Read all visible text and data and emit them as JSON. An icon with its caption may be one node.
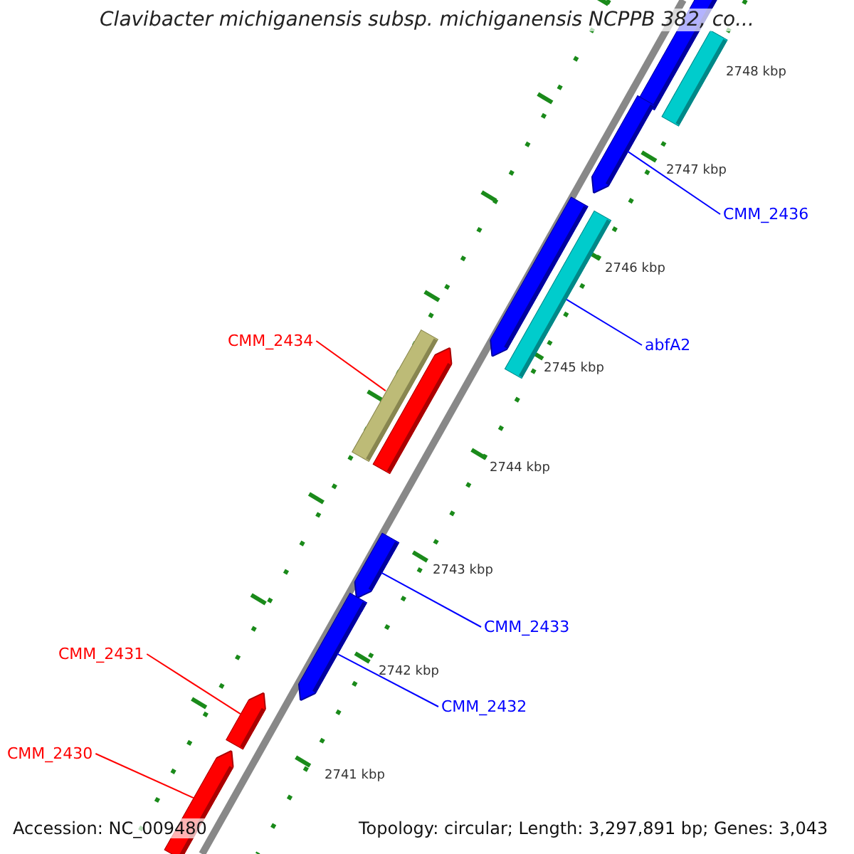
{
  "diagram": {
    "title": "Clavibacter michiganensis subsp. michiganensis NCPPB 382, co...",
    "nodes": [
      {
        "text": [],
        "shape": "arrow"
      },
      {
        "text": [],
        "shape": "arrow"
      },
      {
        "text": [],
        "shape": "arrow"
      },
      {
        "text": [
          "CMM_2436"
        ]
      },
      {
        "text": [],
        "shape": "arrow"
      },
      {
        "text": [],
        "shape": "arrow"
      },
      {
        "text": [
          "abfA2"
        ]
      },
      {
        "text": [
          "CMM_2434"
        ]
      },
      {
        "text": [],
        "shape": "arrow"
      },
      {
        "text": [],
        "shape": "arrow"
      },
      {
        "text": [],
        "shape": "arrow"
      },
      {
        "text": [
          "CMM_2433"
        ]
      },
      {
        "text": [],
        "shape": "arrow"
      },
      {
        "text": [
          "CMM_2432"
        ]
      },
      {
        "text": [
          "CMM_2431"
        ]
      },
      {
        "text": [],
        "shape": "arrow"
      },
      {
        "text": [
          "CMM_2430"
        ]
      },
      {
        "text": [],
        "shape": "arrow"
      }
    ],
    "edges": [
      {
        "from": 3,
        "to": 2,
        "arrow": "none"
      },
      {
        "from": 6,
        "to": 5,
        "arrow": "none"
      },
      {
        "from": 7,
        "to": 8,
        "arrow": "none",
        "color": "#ff0000"
      },
      {
        "from": 11,
        "to": 10,
        "arrow": "none"
      },
      {
        "from": 13,
        "to": 12,
        "arrow": "none"
      },
      {
        "from": 14,
        "to": 15,
        "arrow": "none",
        "color": "#ff0000"
      },
      {
        "from": 16,
        "to": 17,
        "arrow": "none",
        "color": "#ff0000"
      }
    ],
    "labels": [
      "2748 kbp",
      "2747 kbp",
      "2746 kbp",
      "2745 kbp",
      "2744 kbp",
      "2743 kbp",
      "2742 kbp",
      "2741 kbp",
      "Accession: NC_009480",
      "Topology: circular; Length: 3,297,891 bp; Genes: 3,043"
    ]
  }
}
